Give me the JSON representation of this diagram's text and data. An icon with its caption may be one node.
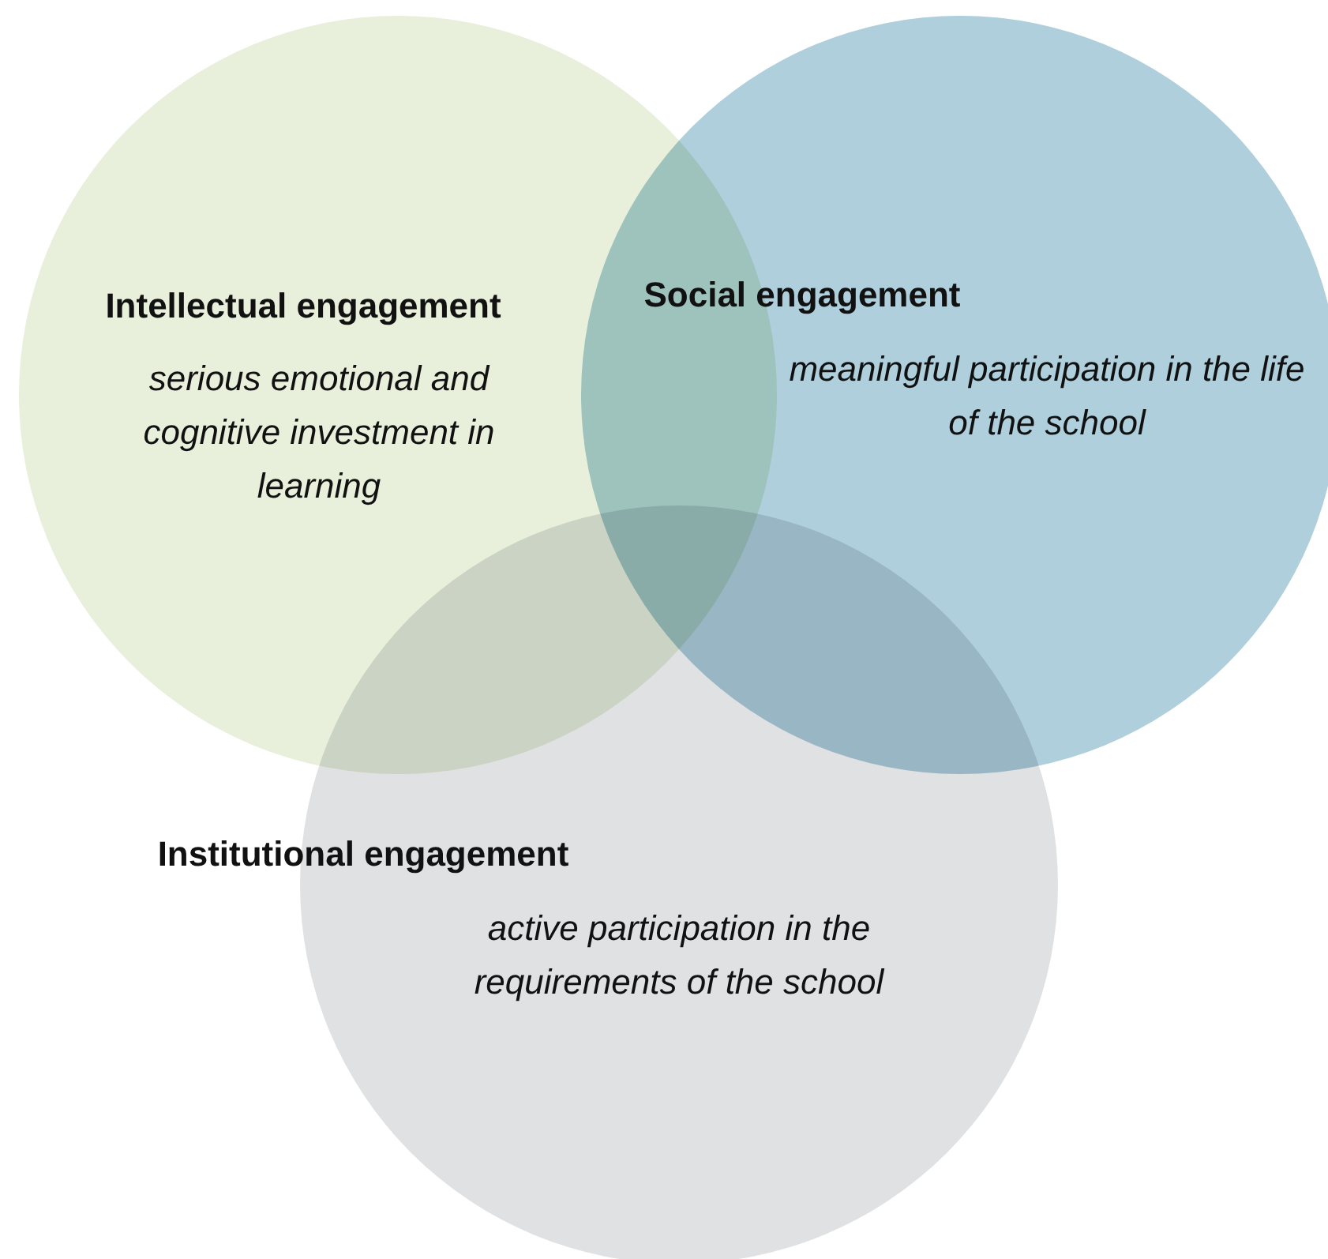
{
  "diagram": {
    "nodes": [
      {
        "text": [
          "Intellectual engagement",
          "serious emotional and cognitive investment in learning"
        ]
      },
      {
        "text": [
          "Social engagement",
          "meaningful participation in the life of the school"
        ]
      },
      {
        "text": [
          "Institutional engagement",
          "active participation in the requirements of the school"
        ]
      }
    ]
  }
}
